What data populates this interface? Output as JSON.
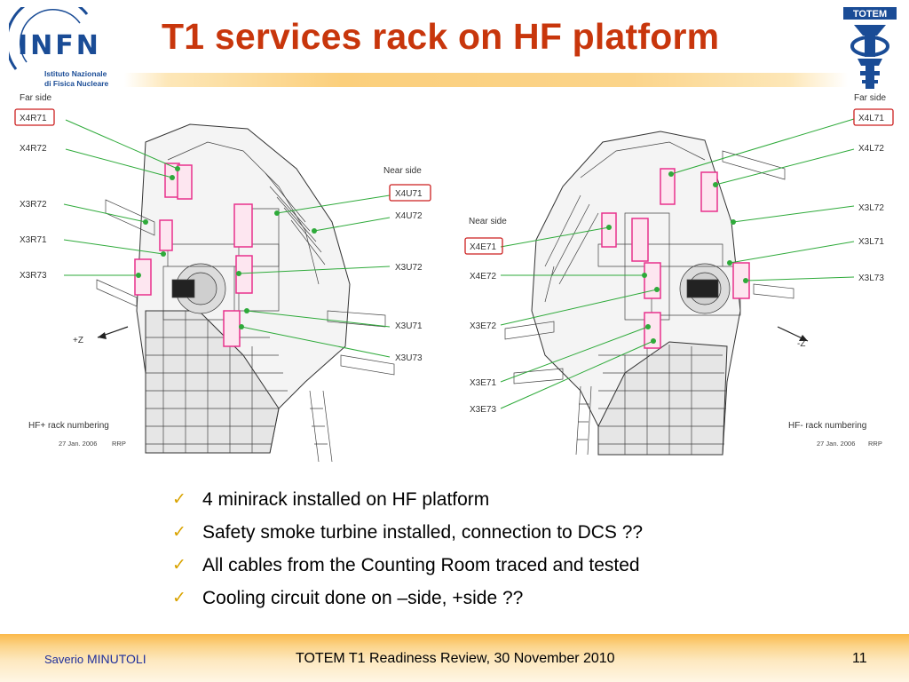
{
  "header": {
    "title": "T1 services rack on HF platform",
    "infn_logo": {
      "name": "INFN",
      "line1": "Istituto Nazionale",
      "line2": "di Fisica Nucleare"
    },
    "totem_logo": {
      "name": "TOTEM"
    }
  },
  "figure": {
    "left": {
      "far_side": "Far side",
      "near_side": "Near side",
      "labels_left": [
        "X4R71",
        "X4R72",
        "X3R72",
        "X3R71",
        "X3R73"
      ],
      "labels_right": [
        "X4U71",
        "X4U72",
        "X3U72",
        "X3U71",
        "X3U73"
      ],
      "axis": "+Z",
      "caption": "HF+  rack numbering",
      "date": "27 Jan. 2006",
      "initials": "RRP"
    },
    "right": {
      "far_side": "Far side",
      "near_side": "Near side",
      "labels_left": [
        "X4E71",
        "X4E72",
        "X3E72",
        "X3E71",
        "X3E73"
      ],
      "labels_right": [
        "X4L71",
        "X4L72",
        "X3L72",
        "X3L71",
        "X3L73"
      ],
      "axis": "-Z",
      "caption": "HF-  rack numbering",
      "date": "27 Jan. 2006",
      "initials": "RRP"
    }
  },
  "bullets": [
    "4 minirack installed on HF platform",
    "Safety smoke turbine installed, connection to DCS ??",
    "All cables from the Counting Room traced and tested",
    "Cooling circuit done on –side, +side ??"
  ],
  "footer": {
    "author_first": "Saverio",
    "author_last": "MINUTOLI",
    "event": "TOTEM T1 Readiness Review, 30 November 2010",
    "page": "11"
  },
  "colors": {
    "title": "#c8360c",
    "infn_blue": "#1a4c96",
    "check": "#d9a300",
    "footer_text": "#1f2f9b",
    "rack_marker": "#e8308c",
    "leader_line": "#2eaa3a"
  }
}
